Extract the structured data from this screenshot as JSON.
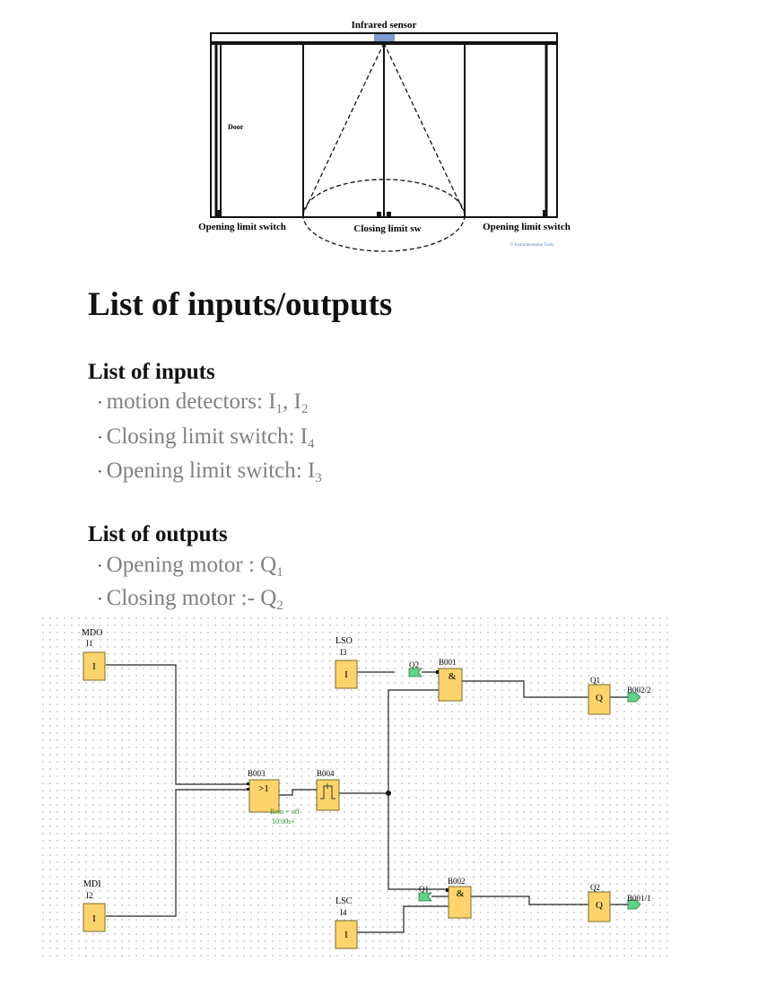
{
  "door_diagram": {
    "sensor_label": "Infrared sensor",
    "door_label": "Door",
    "left_switch_label": "Opening limit switch",
    "closing_switch_label": "Closing limit sw",
    "right_switch_label": "Opening limit switch",
    "credit": "© Instrumentation Tools"
  },
  "io_list": {
    "title": "List of inputs/outputs",
    "inputs_title": "List of inputs",
    "inputs": [
      {
        "text": "motion detectors: I",
        "sub1": "1",
        "mid": ", I",
        "sub2": "2"
      },
      {
        "text": "Closing limit switch: I",
        "sub1": "4"
      },
      {
        "text": "Opening limit switch: I",
        "sub1": "3"
      }
    ],
    "outputs_title": "List of outputs",
    "outputs": [
      {
        "text": "Opening motor : Q",
        "sub1": "1"
      },
      {
        "text": "Closing motor :- Q",
        "sub1": "2"
      }
    ]
  },
  "logic_diagram": {
    "colors": {
      "block_fill": "#fcd46b",
      "block_stroke": "#7a6a30",
      "flag_fill": "#5fd38a",
      "remark_text": "#2a8c2a"
    },
    "mdo": {
      "name": "MDO",
      "id": "I1",
      "symbol": "I"
    },
    "mdi": {
      "name": "MDI",
      "id": "I2",
      "symbol": "I"
    },
    "lso": {
      "name": "LSO",
      "id": "I3",
      "symbol": "I"
    },
    "lsc": {
      "name": "LSC",
      "id": "I4",
      "symbol": "I"
    },
    "b003": {
      "id": "B003",
      "symbol": ">1"
    },
    "b004": {
      "id": "B004",
      "remark1": "Rem = off",
      "remark2": "10:00s+"
    },
    "b001": {
      "id": "B001",
      "symbol": "&"
    },
    "b002": {
      "id": "B002",
      "symbol": "&"
    },
    "q1": {
      "id": "Q1",
      "symbol": "Q",
      "ref": "B002/2"
    },
    "q2": {
      "id": "Q2",
      "symbol": "Q",
      "ref": "B001/1"
    },
    "flag_q2": "Q2",
    "flag_q1": "Q1"
  }
}
